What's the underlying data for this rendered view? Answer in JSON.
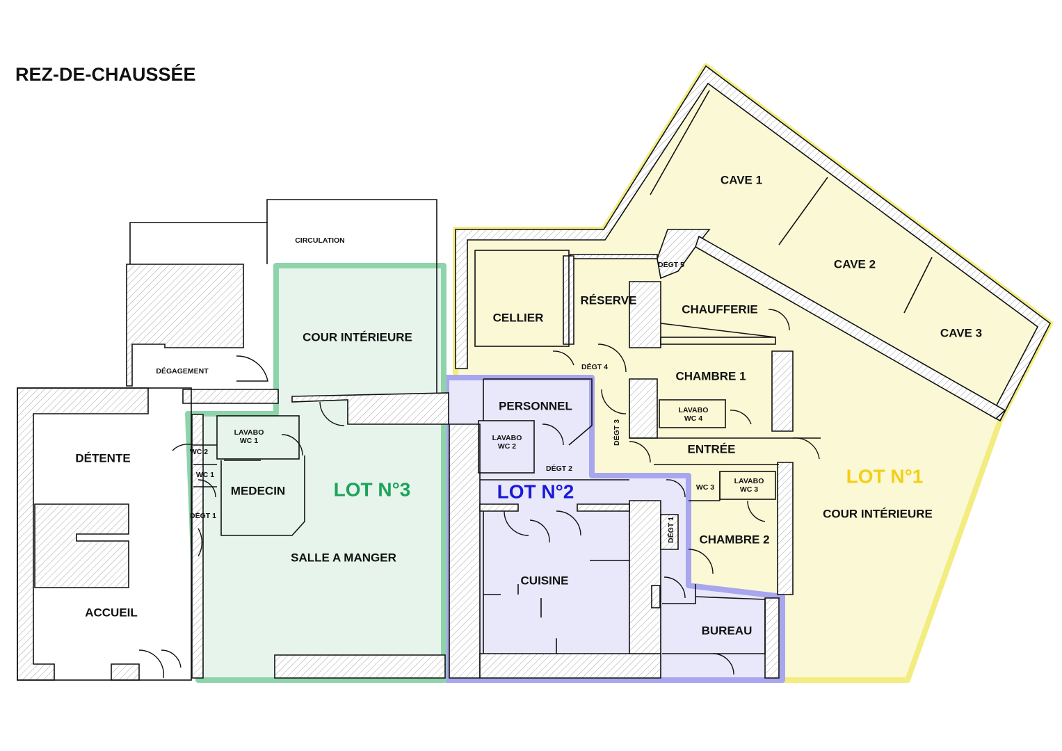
{
  "title": "REZ-DE-CHAUSSÉE",
  "lots": [
    {
      "id": "lot1",
      "label": "LOT N°1",
      "color": "#f2cf17",
      "fill": "#fbf8d6",
      "border": "#f3ec7f"
    },
    {
      "id": "lot2",
      "label": "LOT N°2",
      "color": "#1a1ad6",
      "fill": "#e9e8fb",
      "border": "#a8a6ef"
    },
    {
      "id": "lot3",
      "label": "LOT N°3",
      "color": "#1ca45a",
      "fill": "#e6f4ec",
      "border": "#8fd3ab"
    }
  ],
  "rooms": {
    "circulation": "CIRCULATION",
    "degagement": "DÉGAGEMENT",
    "detente": "DÉTENTE",
    "accueil": "ACCUEIL",
    "wc2_lot3": "WC 2",
    "wc1_lot3": "WC 1",
    "degt1_lot3": "DÉGT 1",
    "lavabo_wc1_a": "LAVABO",
    "lavabo_wc1_b": "WC 1",
    "medecin": "MEDECIN",
    "cour_interieure_lot3": "COUR INTÉRIEURE",
    "salle_a_manger": "SALLE A MANGER",
    "personnel": "PERSONNEL",
    "lavabo_wc2_a": "LAVABO",
    "lavabo_wc2_b": "WC 2",
    "degt2": "DÉGT 2",
    "cuisine": "CUISINE",
    "degt1_lot2": "DÉGT 1",
    "bureau": "BUREAU",
    "cellier": "CELLIER",
    "reserve": "RÉSERVE",
    "degt4": "DÉGT 4",
    "degt3": "DÉGT 3",
    "degt5": "DÉGT 5",
    "chaufferie": "CHAUFFERIE",
    "chambre1": "CHAMBRE 1",
    "lavabo_wc4_a": "LAVABO",
    "lavabo_wc4_b": "WC 4",
    "entree": "ENTRÉE",
    "wc3": "WC 3",
    "lavabo_wc3_a": "LAVABO",
    "lavabo_wc3_b": "WC 3",
    "chambre2": "CHAMBRE 2",
    "cave1": "CAVE 1",
    "cave2": "CAVE 2",
    "cave3": "CAVE 3",
    "cour_interieure_lot1": "COUR INTÉRIEURE"
  }
}
